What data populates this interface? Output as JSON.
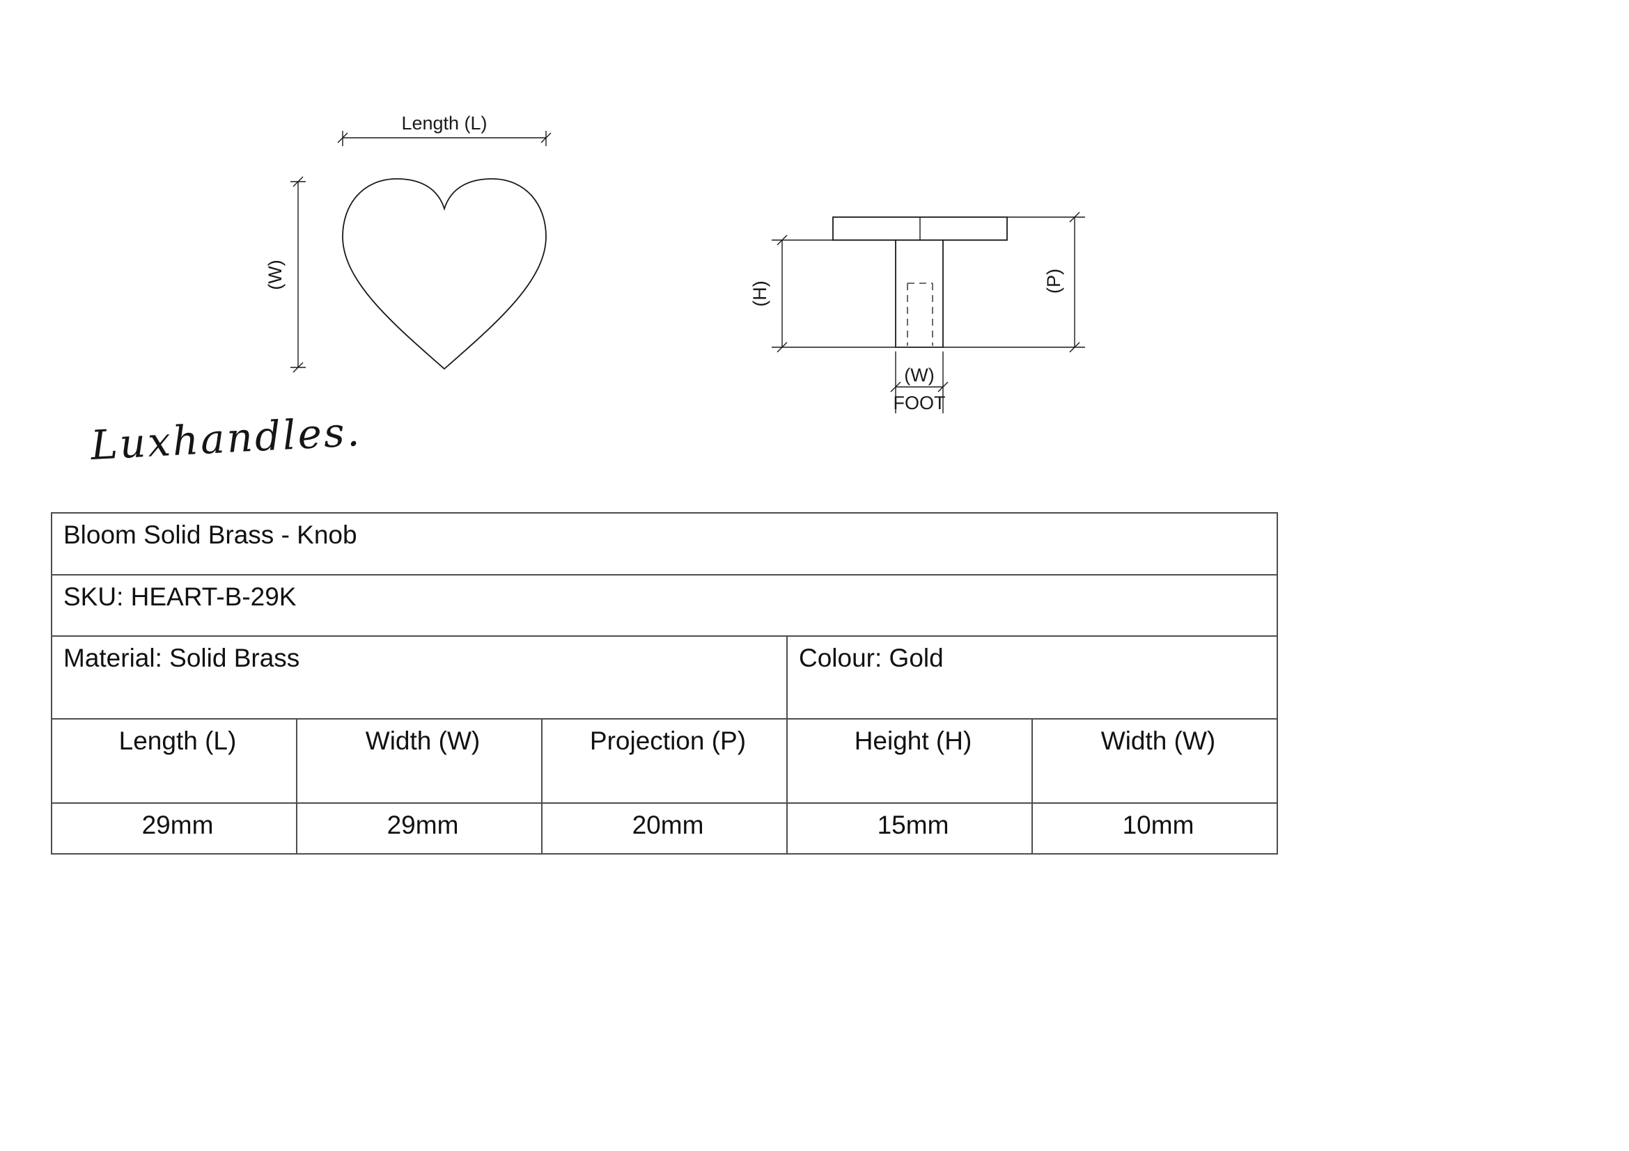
{
  "brand": {
    "logo": "Luxhandles."
  },
  "front_view": {
    "length_label": "Length (L)",
    "width_label": "(W)"
  },
  "side_view": {
    "height_label": "(H)",
    "projection_label": "(P)",
    "foot_width_label": "(W)",
    "foot_label": "FOOT"
  },
  "table": {
    "title": "Bloom Solid Brass - Knob",
    "sku": "SKU: HEART-B-29K",
    "material": "Material: Solid Brass",
    "colour": "Colour: Gold",
    "columns": [
      "Length (L)",
      "Width (W)",
      "Projection (P)",
      "Height (H)",
      "Width (W)"
    ],
    "values": [
      "29mm",
      "29mm",
      "20mm",
      "15mm",
      "10mm"
    ]
  },
  "colors": {
    "line": "#1a1a1a",
    "table_border": "#4d4d4d",
    "text": "#111111"
  }
}
